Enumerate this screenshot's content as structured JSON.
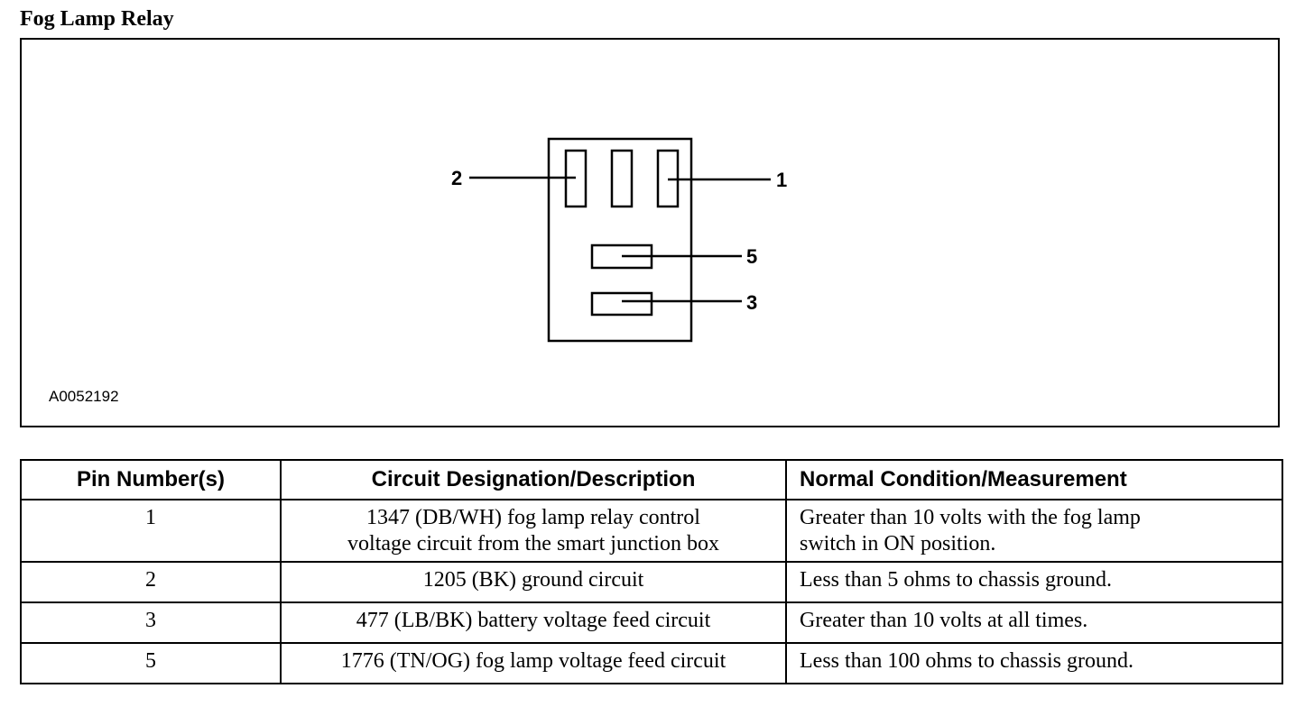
{
  "title": "Fog Lamp Relay",
  "figure": {
    "id": "A0052192",
    "pin_labels": {
      "pin1": "1",
      "pin2": "2",
      "pin3": "3",
      "pin5": "5"
    }
  },
  "table": {
    "headers": [
      "Pin Number(s)",
      "Circuit Designation/Description",
      "Normal Condition/Measurement"
    ],
    "rows": [
      {
        "pin": "1",
        "desc_lines": [
          "1347 (DB/WH) fog lamp relay control",
          "voltage circuit from the smart junction box"
        ],
        "measure_lines": [
          "Greater than 10 volts with the fog lamp",
          "switch in ON position."
        ]
      },
      {
        "pin": "2",
        "desc_lines": [
          "1205 (BK) ground circuit"
        ],
        "measure_lines": [
          "Less than 5 ohms to chassis ground."
        ]
      },
      {
        "pin": "3",
        "desc_lines": [
          "477 (LB/BK) battery voltage feed circuit"
        ],
        "measure_lines": [
          "Greater than 10 volts at all times."
        ]
      },
      {
        "pin": "5",
        "desc_lines": [
          "1776 (TN/OG) fog lamp voltage feed circuit"
        ],
        "measure_lines": [
          "Less than 100 ohms to chassis ground."
        ]
      }
    ]
  }
}
